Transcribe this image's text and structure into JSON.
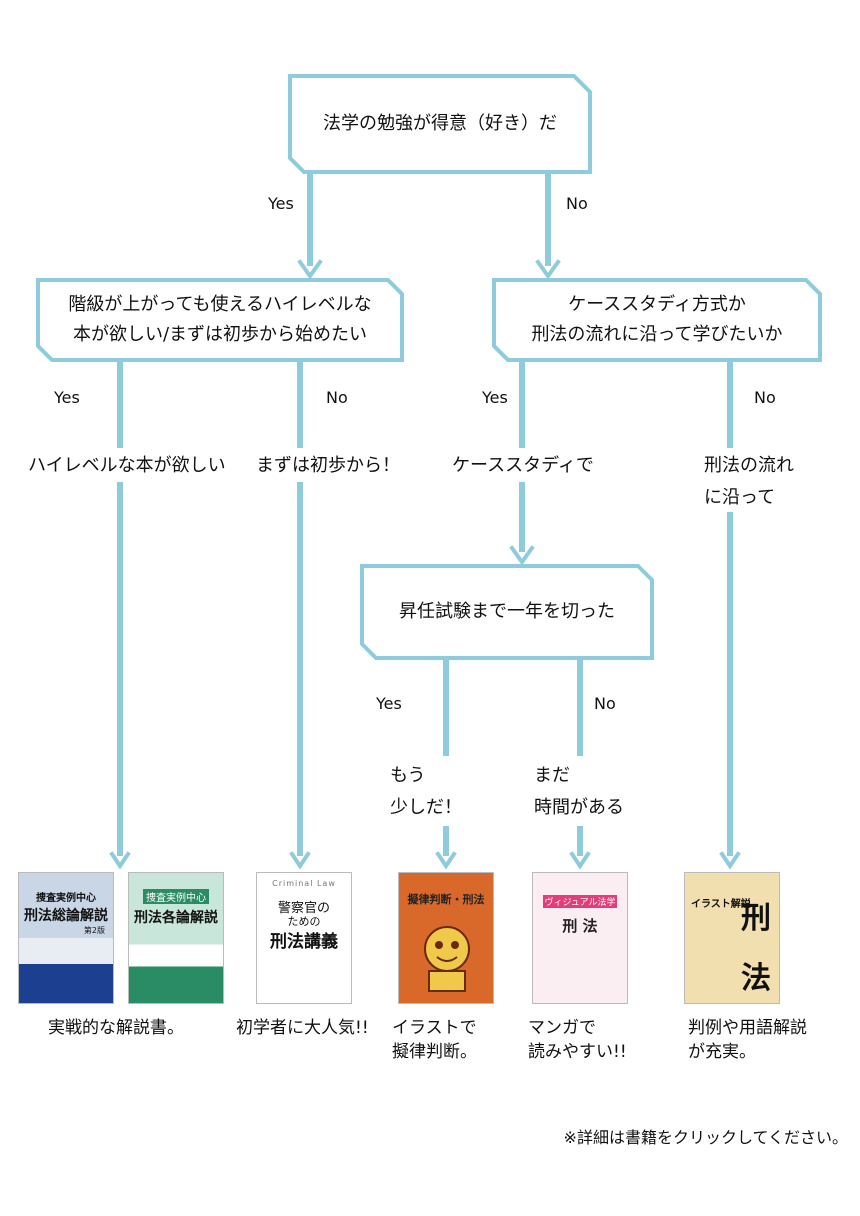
{
  "decisions": {
    "q1": "法学の勉強が得意（好き）だ",
    "q2_line1": "階級が上がっても使えるハイレベルな",
    "q2_line2": "本が欲しい/まずは初歩から始めたい",
    "q3_line1": "ケーススタディ方式か",
    "q3_line2": "刑法の流れに沿って学びたいか",
    "q4": "昇任試験まで一年を切った"
  },
  "branch_labels": {
    "yes": "Yes",
    "no": "No"
  },
  "answers": {
    "high_level": "ハイレベルな本が欲しい",
    "basics": "まずは初歩から！",
    "case_study": "ケーススタディで",
    "flow_line1": "刑法の流れ",
    "flow_line2": "に沿って",
    "soon_line1": "もう",
    "soon_line2": "少しだ！",
    "time_line1": "まだ",
    "time_line2": "時間がある"
  },
  "books": {
    "b1": {
      "series": "捜査実例中心",
      "title": "刑法総論解説",
      "edition": "第2版"
    },
    "b2": {
      "series": "捜査実例中心",
      "title": "刑法各論解説"
    },
    "b3": {
      "series": "Criminal Law",
      "title1": "警察官の",
      "title2": "ための",
      "title3": "刑法講義"
    },
    "b4": {
      "title": "擬律判断・刑法"
    },
    "b5": {
      "series": "ヴィジュアル法学",
      "title": "刑 法"
    },
    "b6": {
      "title": "イラスト解説",
      "big1": "刑",
      "big2": "法"
    }
  },
  "captions": {
    "c1": "実戦的な解説書。",
    "c2": "初学者に大人気!!",
    "c3_line1": "イラストで",
    "c3_line2": "擬律判断。",
    "c4_line1": "マンガで",
    "c4_line2": "読みやすい!!",
    "c5_line1": "判例や用語解説",
    "c5_line2": "が充実。"
  },
  "footnote": "※詳細は書籍をクリックしてください。",
  "colors": {
    "line": "#8ecbdc",
    "box_border": "#8ecbdc"
  }
}
